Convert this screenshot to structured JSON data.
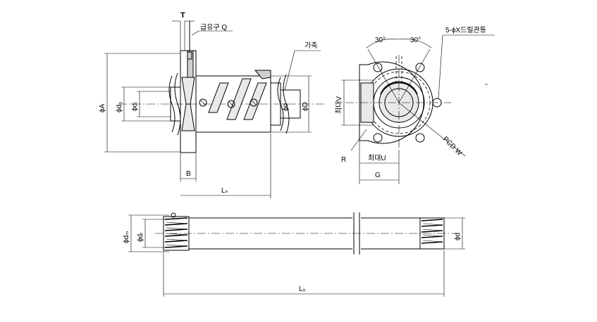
{
  "labels": {
    "T": "T",
    "oil_hole": "급유구 Q",
    "a": "가축",
    "A": "ϕA",
    "D0": "ϕd₀",
    "D1": "ϕdᵢ",
    "D2": "ϕd",
    "D": "ϕD",
    "B": "B",
    "Ln": "Lₙ",
    "angle_left": "30°",
    "angle_right": "30°",
    "bolt_holes": "5-ϕX드릴관통",
    "max_v": "최대V",
    "R": "R",
    "max_u": "최대U",
    "G": "G",
    "pcd": "PCD W",
    "dm": "ϕdₘ",
    "dr": "ϕdᵣ",
    "d": "ϕd",
    "Lo": "Lₒ"
  }
}
